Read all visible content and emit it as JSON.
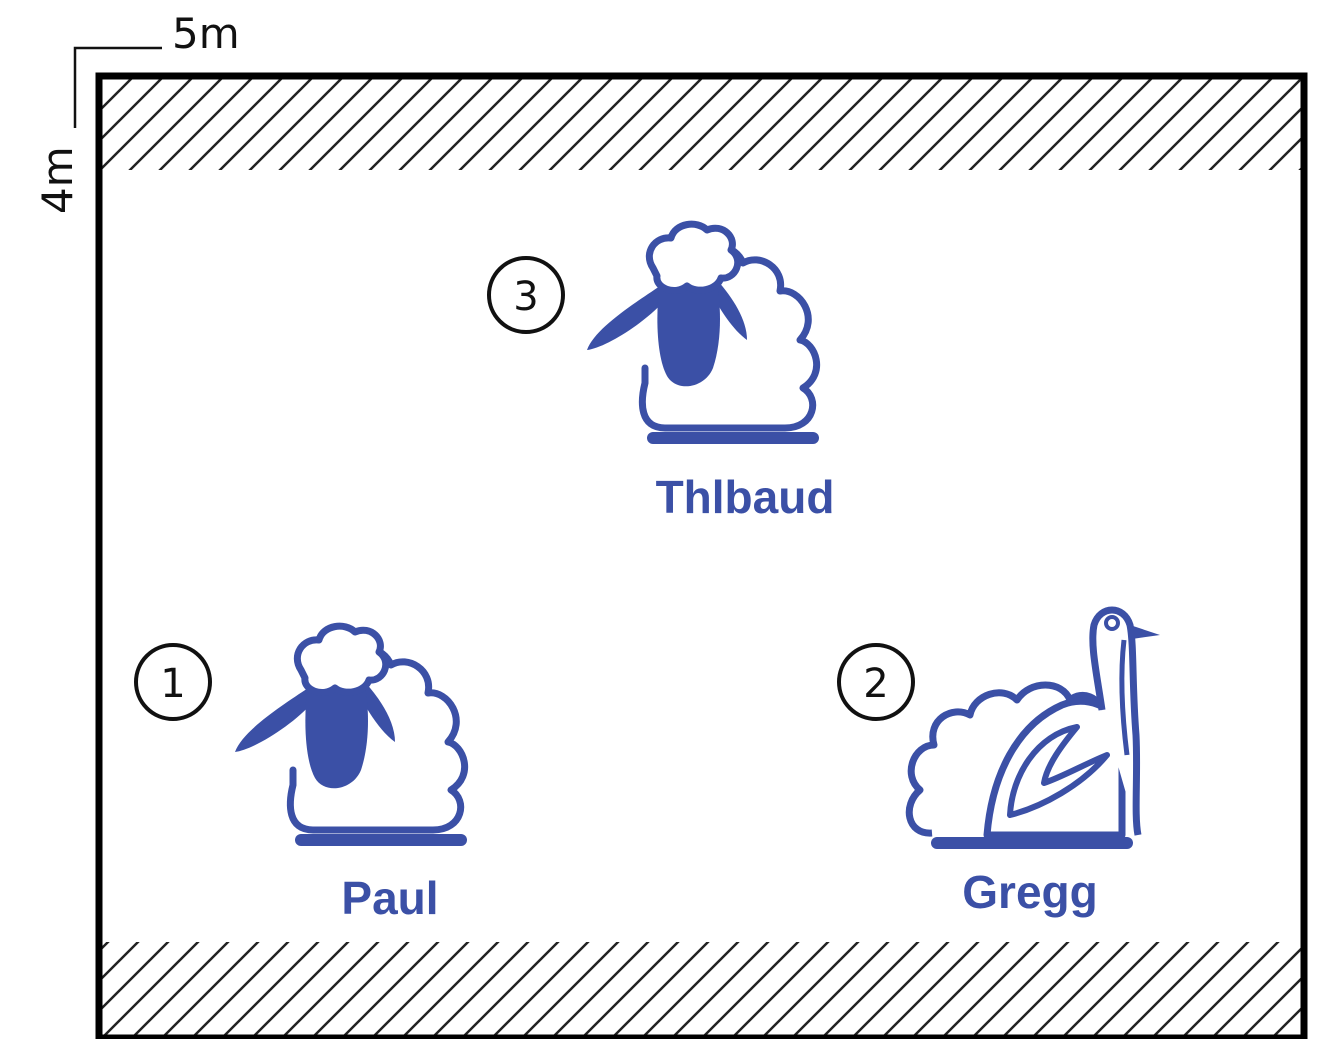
{
  "dimensions": {
    "width_label": "5m",
    "height_label": "4m"
  },
  "colors": {
    "accent": "#3b50a6",
    "outline": "#111111",
    "hatch": "#222222",
    "background": "#ffffff"
  },
  "animals": [
    {
      "number": "3",
      "name": "Thlbaud",
      "species": "sheep",
      "icon": "sheep-icon"
    },
    {
      "number": "1",
      "name": "Paul",
      "species": "sheep",
      "icon": "sheep-icon"
    },
    {
      "number": "2",
      "name": "Gregg",
      "species": "turkey",
      "icon": "turkey-icon"
    }
  ]
}
